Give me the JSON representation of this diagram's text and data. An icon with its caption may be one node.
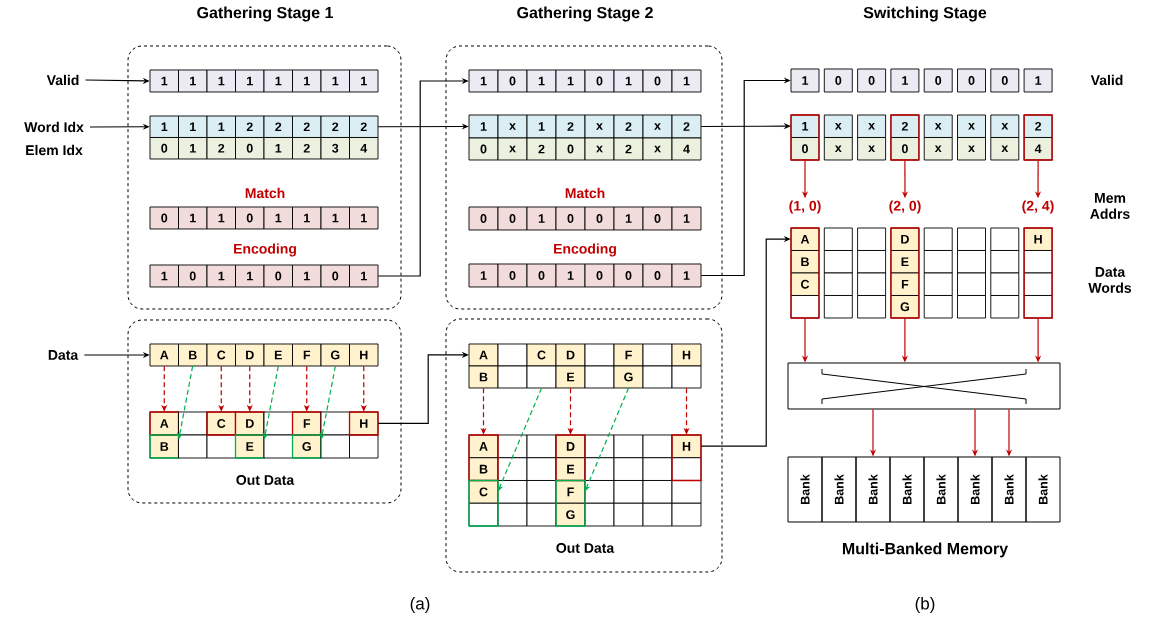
{
  "diagram": {
    "nodes": [
      {
        "text": [],
        "shape": "box"
      },
      {
        "text": [
          "Valid"
        ]
      },
      {
        "text": [
          "1",
          "1",
          "1",
          "1",
          "1",
          "1",
          "1",
          "1"
        ],
        "in": 0
      },
      {
        "text": [
          "Word Idx"
        ]
      },
      {
        "text": [
          "1",
          "1",
          "1",
          "2",
          "2",
          "2",
          "2",
          "2"
        ],
        "in": 0
      },
      {
        "text": [
          "0",
          "1",
          "2",
          "0",
          "1",
          "2",
          "3",
          "4"
        ],
        "in": 0
      },
      {
        "text": [
          "0",
          "1",
          "1",
          "0",
          "1",
          "1",
          "1",
          "1"
        ],
        "in": 0
      },
      {
        "text": [
          "1",
          "0",
          "1",
          "1",
          "0",
          "1",
          "0",
          "1"
        ],
        "in": 0
      },
      {
        "text": [],
        "shape": "box"
      },
      {
        "text": [
          "Data"
        ]
      },
      {
        "text": [
          "A",
          "B",
          "C",
          "D",
          "E",
          "F",
          "G",
          "H"
        ],
        "in": 8
      },
      {
        "text": [
          "A",
          "B"
        ],
        "in": 8
      },
      {
        "text": [],
        "shape": "box",
        "in": 8
      },
      {
        "text": [
          "C"
        ],
        "in": 8
      },
      {
        "text": [
          "D",
          "E"
        ],
        "in": 8
      },
      {
        "text": [],
        "shape": "box",
        "in": 8
      },
      {
        "text": [
          "F",
          "G"
        ],
        "in": 8
      },
      {
        "text": [],
        "shape": "box",
        "in": 8
      },
      {
        "text": [
          "H"
        ],
        "in": 8
      },
      {
        "text": [],
        "shape": "box"
      },
      {
        "text": [
          "1",
          "0",
          "1",
          "1",
          "0",
          "1",
          "0",
          "1"
        ],
        "in": 19
      },
      {
        "text": [
          "1",
          "x",
          "1",
          "2",
          "x",
          "2",
          "x",
          "2"
        ],
        "in": 19
      },
      {
        "text": [
          "0",
          "x",
          "2",
          "0",
          "x",
          "2",
          "x",
          "4"
        ],
        "in": 19
      },
      {
        "text": [
          "0",
          "0",
          "1",
          "0",
          "0",
          "1",
          "0",
          "1"
        ],
        "in": 19
      },
      {
        "text": [
          "1",
          "0",
          "0",
          "1",
          "0",
          "0",
          "0",
          "1"
        ],
        "in": 19
      },
      {
        "text": [],
        "shape": "box"
      },
      {
        "text": [
          "A",
          "B"
        ],
        "in": 25
      },
      {
        "text": [],
        "shape": "box",
        "in": 25
      },
      {
        "text": [
          "C"
        ],
        "in": 25
      },
      {
        "text": [
          "D",
          "E"
        ],
        "in": 25
      },
      {
        "text": [],
        "shape": "box",
        "in": 25
      },
      {
        "text": [
          "F",
          "G"
        ],
        "in": 25
      },
      {
        "text": [],
        "shape": "box",
        "in": 25
      },
      {
        "text": [
          "H"
        ],
        "in": 25
      },
      {
        "text": [
          "A",
          "B",
          "C",
          "D",
          "E",
          "F",
          "G",
          "H"
        ],
        "in": 25
      },
      {
        "text": [
          "1",
          "0",
          "0",
          "1",
          "0",
          "0",
          "0",
          "1"
        ]
      },
      {
        "text": [
          "1",
          "0"
        ]
      },
      {
        "text": [
          "x",
          "x"
        ]
      },
      {
        "text": [
          "x",
          "x"
        ]
      },
      {
        "text": [
          "2",
          "0"
        ]
      },
      {
        "text": [
          "x",
          "x"
        ]
      },
      {
        "text": [
          "x",
          "x"
        ]
      },
      {
        "text": [
          "x",
          "x"
        ]
      },
      {
        "text": [
          "2",
          "4"
        ]
      },
      {
        "text": [
          "(1, 0)"
        ]
      },
      {
        "text": [
          "(2, 0)"
        ]
      },
      {
        "text": [
          "(2, 4)"
        ]
      },
      {
        "text": [
          "A",
          "B",
          "C"
        ]
      },
      {
        "text": [],
        "shape": "box"
      },
      {
        "text": [],
        "shape": "box"
      },
      {
        "text": [
          "D",
          "E",
          "F",
          "G"
        ]
      },
      {
        "text": [],
        "shape": "box"
      },
      {
        "text": [],
        "shape": "box"
      },
      {
        "text": [],
        "shape": "box"
      },
      {
        "text": [
          "H"
        ]
      },
      {
        "text": [],
        "shape": "box"
      },
      {
        "text": [
          "Bank"
        ]
      },
      {
        "text": [
          "Bank"
        ]
      },
      {
        "text": [
          "Bank"
        ]
      },
      {
        "text": [
          "Bank"
        ]
      },
      {
        "text": [
          "Bank"
        ]
      },
      {
        "text": [
          "Bank"
        ]
      },
      {
        "text": [
          "Bank"
        ]
      },
      {
        "text": [
          "Bank"
        ]
      }
    ],
    "edges": [
      {
        "from": 1,
        "to": 2,
        "arrow": "to",
        "color": "#000000"
      },
      {
        "from": 3,
        "to": 4,
        "arrow": "to",
        "color": "#000000"
      },
      {
        "from": 9,
        "to": 10,
        "arrow": "to",
        "color": "#000000"
      },
      {
        "from": 10,
        "to": 11,
        "arrow": "to",
        "style": "dashed",
        "color": "#c00000"
      },
      {
        "from": 10,
        "to": 11,
        "arrow": "to",
        "style": "dashed",
        "color": "#00b050"
      },
      {
        "from": 10,
        "to": 13,
        "arrow": "to",
        "style": "dashed",
        "color": "#c00000"
      },
      {
        "from": 10,
        "to": 14,
        "arrow": "to",
        "style": "dashed",
        "color": "#c00000"
      },
      {
        "from": 10,
        "to": 14,
        "arrow": "to",
        "style": "dashed",
        "color": "#00b050"
      },
      {
        "from": 10,
        "to": 16,
        "arrow": "to",
        "style": "dashed",
        "color": "#c00000"
      },
      {
        "from": 10,
        "to": 16,
        "arrow": "to",
        "style": "dashed",
        "color": "#00b050"
      },
      {
        "from": 10,
        "to": 18,
        "arrow": "to",
        "style": "dashed",
        "color": "#c00000"
      },
      {
        "from": 7,
        "to": 20,
        "arrow": "to",
        "color": "#000000"
      },
      {
        "from": 4,
        "to": 21,
        "arrow": "to",
        "color": "#000000"
      },
      {
        "from": 18,
        "to": 26,
        "arrow": "to",
        "color": "#000000"
      },
      {
        "from": 26,
        "to": 34,
        "arrow": "to",
        "style": "dashed",
        "color": "#c00000"
      },
      {
        "from": 28,
        "to": 34,
        "arrow": "to",
        "style": "dashed",
        "color": "#00b050"
      },
      {
        "from": 29,
        "to": 34,
        "arrow": "to",
        "style": "dashed",
        "color": "#c00000"
      },
      {
        "from": 31,
        "to": 34,
        "arrow": "to",
        "style": "dashed",
        "color": "#00b050"
      },
      {
        "from": 33,
        "to": 34,
        "arrow": "to",
        "style": "dashed",
        "color": "#c00000"
      },
      {
        "from": 24,
        "to": 35,
        "arrow": "to",
        "color": "#000000"
      },
      {
        "from": 21,
        "to": 36,
        "arrow": "to",
        "color": "#000000"
      },
      {
        "from": 34,
        "to": 47,
        "arrow": "to",
        "color": "#000000"
      },
      {
        "from": 36,
        "to": 44,
        "arrow": "to",
        "color": "#c00000"
      },
      {
        "from": 39,
        "to": 45,
        "arrow": "to",
        "color": "#c00000"
      },
      {
        "from": 43,
        "to": 46,
        "arrow": "to",
        "color": "#c00000"
      },
      {
        "from": 47,
        "to": 55,
        "arrow": "to",
        "color": "#c00000"
      },
      {
        "from": 50,
        "to": 55,
        "arrow": "to",
        "color": "#c00000"
      },
      {
        "from": 54,
        "to": 55,
        "arrow": "to",
        "color": "#c00000"
      },
      {
        "from": 55,
        "to": 58,
        "arrow": "to",
        "color": "#c00000"
      },
      {
        "from": 55,
        "to": 61,
        "arrow": "to",
        "color": "#c00000"
      },
      {
        "from": 55,
        "to": 62,
        "arrow": "to",
        "color": "#c00000"
      }
    ],
    "labels": [
      "Gathering Stage 1",
      "Gathering Stage 2",
      "Switching Stage",
      "Valid",
      "Elem Idx",
      "Match",
      "Match",
      "Mem Addrs",
      "Encoding",
      "Encoding",
      "Data Words",
      "Out Data",
      "Multi-Banked Memory",
      "Out Data",
      "(a)",
      "(b)"
    ]
  }
}
